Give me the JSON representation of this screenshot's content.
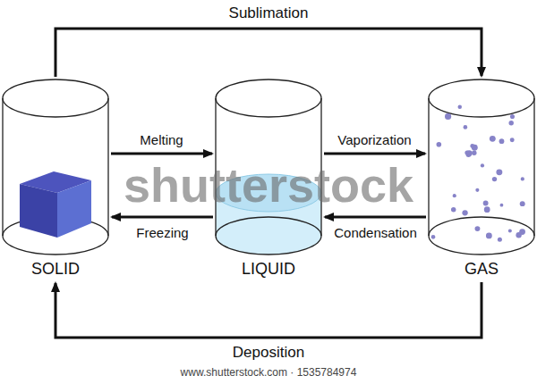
{
  "diagram": {
    "nodes": [
      {
        "text": [
          "SOLID"
        ]
      },
      {
        "text": [
          "LIQUID"
        ]
      },
      {
        "text": [
          "GAS"
        ]
      }
    ],
    "edges": [
      {
        "from": 0,
        "to": 1,
        "arrow": "to",
        "label": "Melting"
      },
      {
        "from": 1,
        "to": 0,
        "arrow": "to",
        "label": "Freezing"
      },
      {
        "from": 1,
        "to": 2,
        "arrow": "to",
        "label": "Vaporization"
      },
      {
        "from": 2,
        "to": 1,
        "arrow": "to",
        "label": "Condensation"
      },
      {
        "from": 0,
        "to": 2,
        "arrow": "to",
        "label": "Sublimation"
      },
      {
        "from": 2,
        "to": 0,
        "arrow": "to",
        "label": "Deposition"
      }
    ],
    "labels": [
      "shutterstock",
      "www.shutterstock.com · 1535784974"
    ]
  }
}
